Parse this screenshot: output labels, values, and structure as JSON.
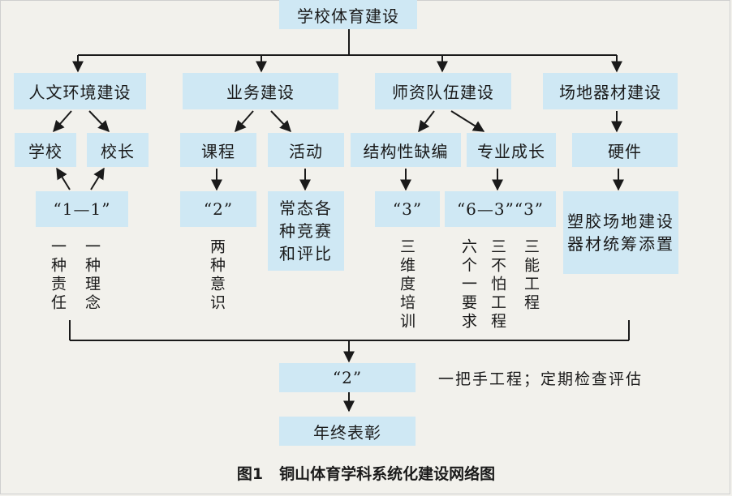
{
  "root": "学校体育建设",
  "level1": [
    "人文环境建设",
    "业务建设",
    "师资队伍建设",
    "场地器材建设"
  ],
  "level2": [
    "学校",
    "校长",
    "课程",
    "活动",
    "结构性缺编",
    "专业成长",
    "硬件"
  ],
  "level3": {
    "one_one": "“1—1”",
    "two": "“2”",
    "activity_lines": [
      "常态各",
      "种竞赛",
      "和评比"
    ],
    "three": "“3”",
    "six_three": "“6—3”“3”",
    "hardware_lines": [
      "塑胶场地建设",
      "器材统筹添置"
    ]
  },
  "vertical_notes": {
    "responsibility": "一种责任",
    "idea": "一种理念",
    "two_awareness": "两种意识",
    "training": "三维度培训",
    "six_one": "六个一要求",
    "three_fearless": "三不怕工程",
    "three_ability": "三能工程"
  },
  "bottom": {
    "two": "“2”",
    "note": "一把手工程；定期检查评估",
    "award": "年终表彰"
  },
  "caption": {
    "label": "图1",
    "title": "铜山体育学科系统化建设网络图"
  }
}
